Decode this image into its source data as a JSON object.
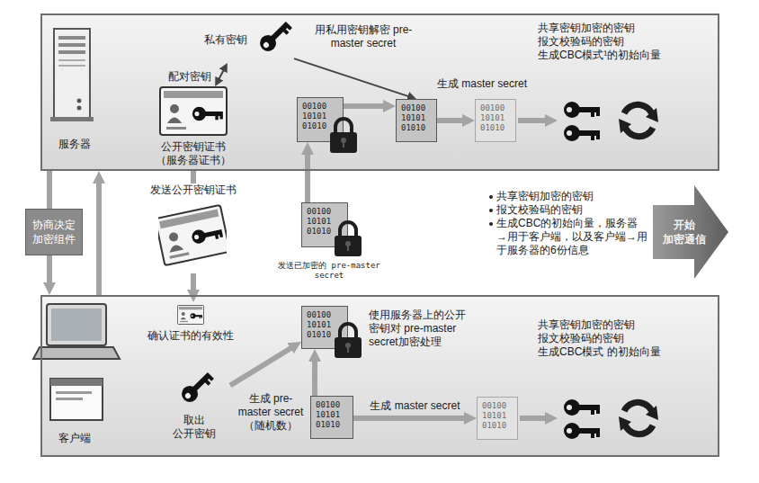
{
  "diagram": {
    "nodes": [
      {
        "text": [
          "服务器"
        ]
      },
      {
        "text": [
          "公开密钥证书 （服务器证书）"
        ],
        "in": 0
      },
      {
        "text": [
          "私有密钥"
        ],
        "in": 0
      },
      {
        "text": [
          "00100 10101 01010"
        ],
        "in": 0
      },
      {
        "text": [
          "00100 10101 01010"
        ],
        "in": 0
      },
      {
        "text": [
          "00100 10101 01010"
        ],
        "in": 0
      },
      {
        "text": [
          "协商决定 加密组件"
        ]
      },
      {
        "text": [
          "发送公开密钥证书"
        ]
      },
      {
        "text": [
          "00100 10101 01010",
          "发送已加密的 pre-master secret"
        ]
      },
      {
        "text": [
          "开始 加密通信"
        ]
      },
      {
        "text": [
          "客户端"
        ]
      },
      {
        "text": [
          "确认证书的有效性"
        ],
        "in": 10
      },
      {
        "text": [
          "取出 公开密钥"
        ],
        "in": 10
      },
      {
        "text": [
          "00100 10101 01010"
        ],
        "in": 10
      },
      {
        "text": [
          "00100 10101 01010"
        ],
        "in": 10
      },
      {
        "text": [
          "00100 10101 01010"
        ],
        "in": 10
      }
    ],
    "edges": [
      {
        "from": 0,
        "to": 6,
        "arrow": "none"
      },
      {
        "from": 6,
        "to": 10,
        "arrow": "to"
      },
      {
        "from": 10,
        "to": 0,
        "arrow": "to"
      },
      {
        "from": 1,
        "to": 2,
        "label": "配对密钥",
        "arrow": "both"
      },
      {
        "from": 2,
        "to": 4,
        "arrow": "to"
      },
      {
        "from": 3,
        "to": 4,
        "arrow": "to"
      },
      {
        "from": 4,
        "to": 5,
        "arrow": "to"
      },
      {
        "from": 1,
        "to": 7,
        "arrow": "none"
      },
      {
        "from": 7,
        "to": 11,
        "arrow": "to"
      },
      {
        "from": 8,
        "to": 3,
        "arrow": "to"
      },
      {
        "from": 12,
        "to": 13,
        "arrow": "to"
      },
      {
        "from": 14,
        "to": 13,
        "arrow": "to"
      },
      {
        "from": 14,
        "to": 15,
        "label": "生成 master secret",
        "arrow": "to"
      }
    ],
    "labels": [
      "用私用密钥解密 pre-master secret",
      "生成 master secret",
      "共享密钥加密的密钥 报文校验码的密钥 生成CBC模式¹的初始向量",
      "共享密钥加密的密钥",
      "报文校验码的密钥",
      "生成CBC的初始向量，服务器→用于客户端，以及客户端→用于服务器的6份信息",
      "使用服务器上的公开密钥对 pre-master secret加密处理",
      "生成 pre-master secret （随机数）",
      "共享密钥加密的密钥 报文校验码的密钥 生成CBC模式 的初始向量"
    ]
  }
}
